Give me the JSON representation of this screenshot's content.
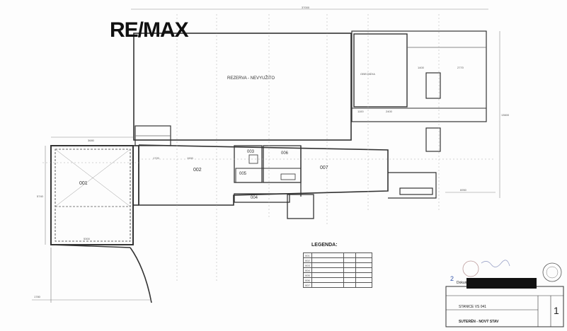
{
  "brand": {
    "logo": "RE/MAX"
  },
  "plan": {
    "hall_name": "REZERVA - NEVYUŽITO",
    "rooms": {
      "r001": "001",
      "r002": "002",
      "r003": "003",
      "r004": "004",
      "r005": "005",
      "r006": "006",
      "r007": "007"
    },
    "east_room_name": "OBECNÍHA",
    "dims": {
      "top": "37000",
      "left_width": "3680",
      "side_h": "5740",
      "bottom_left": "5300",
      "d_1720": "1720",
      "d_1900": "1900",
      "right_h": "13600",
      "d_1400": "1400",
      "d_2770": "2770",
      "d_2400": "2400",
      "d_1100": "1100",
      "d_6950": "6950",
      "bottom_1780": "1780"
    }
  },
  "legend": {
    "title": "LEGENDA:",
    "rows": [
      {
        "no": "001",
        "name": "",
        "area": "",
        "note": ""
      },
      {
        "no": "002",
        "name": "",
        "area": "",
        "note": ""
      },
      {
        "no": "003",
        "name": "",
        "area": "",
        "note": ""
      },
      {
        "no": "004",
        "name": "",
        "area": "",
        "note": ""
      },
      {
        "no": "005",
        "name": "",
        "area": "",
        "note": ""
      },
      {
        "no": "006",
        "name": "",
        "area": "",
        "note": ""
      },
      {
        "no": "007",
        "name": "",
        "area": "",
        "note": ""
      }
    ]
  },
  "title_block": {
    "sheet_number_small": "2",
    "document_type": "Dokumentace skutečného provedení",
    "project_name": "STANICE VS 041",
    "drawing_name": "SUTERÉN - NOVÝ STAV",
    "sheet_number": "1"
  }
}
